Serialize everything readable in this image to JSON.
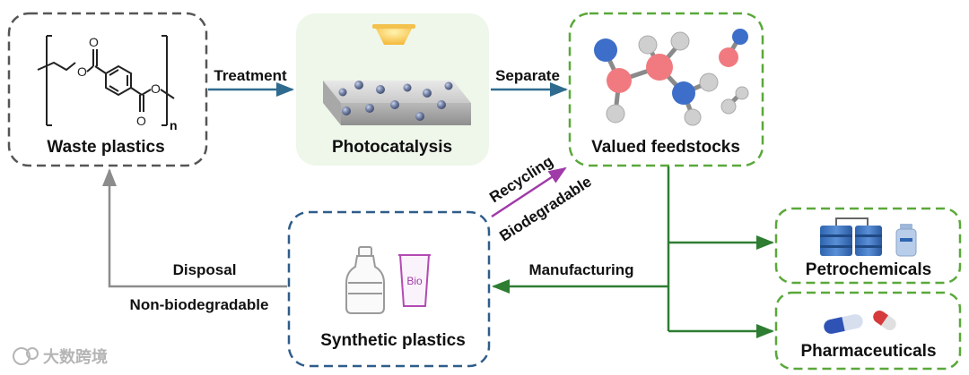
{
  "nodes": {
    "waste_plastics": {
      "label": "Waste plastics",
      "subscript": "n",
      "border_color": "#555555"
    },
    "photocatalysis": {
      "label": "Photocatalysis",
      "fill_color": "#eef7e9"
    },
    "valued_feedstocks": {
      "label": "Valued feedstocks",
      "border_color": "#5aa83a"
    },
    "synthetic_plastics": {
      "label": "Synthetic plastics",
      "cup_text": "Bio",
      "border_color": "#2f5d8a"
    },
    "petrochemicals": {
      "label": "Petrochemicals",
      "border_color": "#5aa83a"
    },
    "pharmaceuticals": {
      "label": "Pharmaceuticals",
      "border_color": "#5aa83a"
    }
  },
  "edges": {
    "treatment": {
      "label": "Treatment",
      "color": "#2f6b8f"
    },
    "separate": {
      "label": "Separate",
      "color": "#2f6b8f"
    },
    "recycling": {
      "label": "Recycling",
      "secondary_label": "Biodegradable",
      "color": "#a03aa8"
    },
    "manufacturing": {
      "label": "Manufacturing",
      "color": "#2e7d32"
    },
    "disposal": {
      "label": "Disposal",
      "secondary_label": "Non-biodegradable",
      "color": "#8c8c8c"
    }
  },
  "watermark": {
    "text": "大数跨境"
  }
}
